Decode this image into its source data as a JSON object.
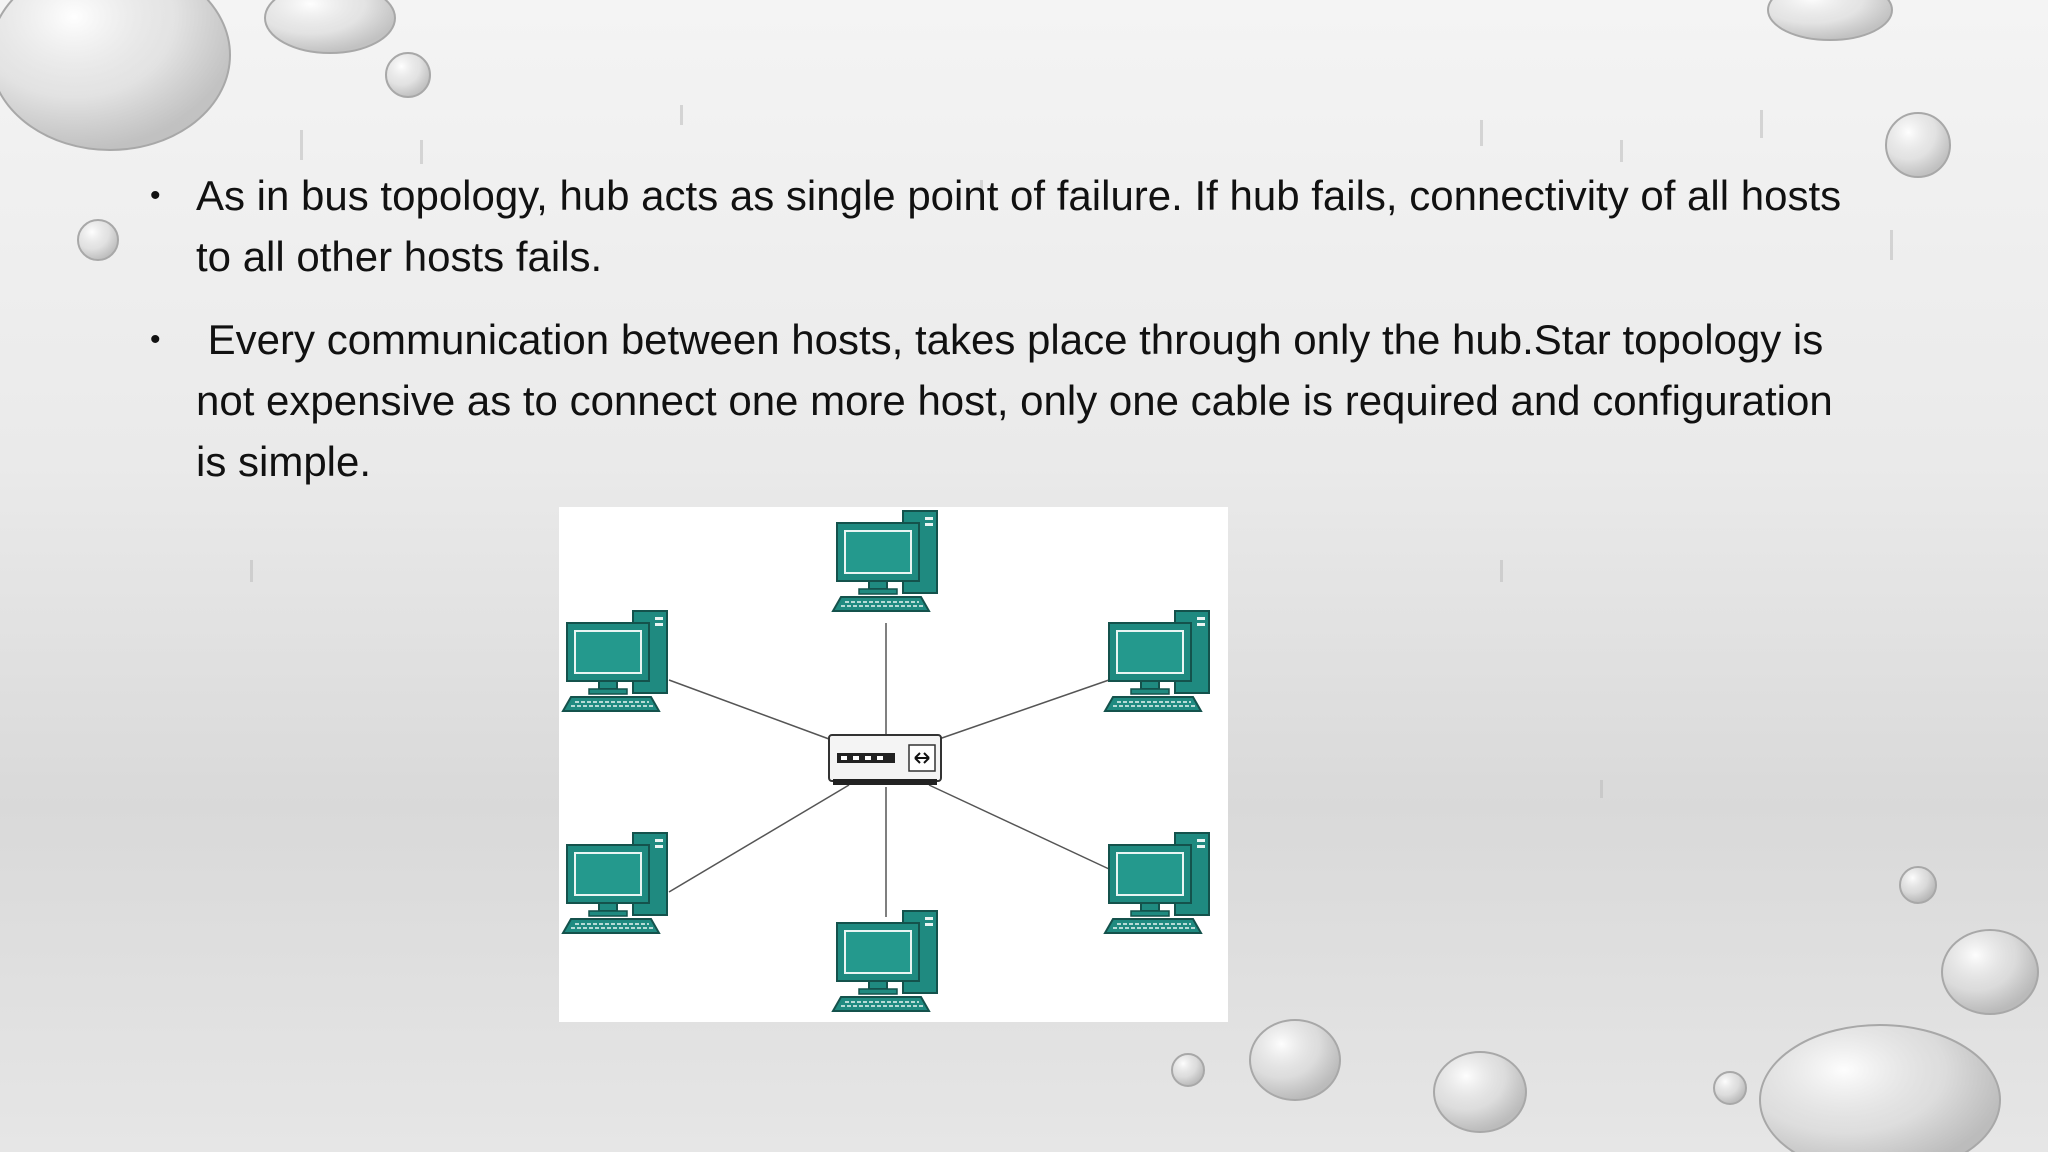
{
  "slide": {
    "bullets": [
      {
        "marker": "•",
        "text": "As in bus topology, hub acts as single point of failure. If hub fails, connectivity of all hosts to all other hosts fails."
      },
      {
        "marker": "•",
        "text": " Every communication between hosts, takes place through only the hub.Star topology is not expensive as to connect one more host, only one cable is required and configuration is simple."
      }
    ]
  },
  "diagram": {
    "hub_icon": "network-hub-icon",
    "host_icon": "desktop-computer-icon",
    "host_color": "#1f8a80",
    "hosts": [
      "top",
      "upper-left",
      "upper-right",
      "lower-left",
      "lower-right",
      "bottom"
    ]
  }
}
